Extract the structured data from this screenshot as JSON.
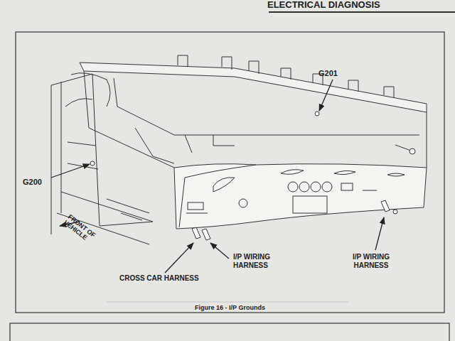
{
  "diagram": {
    "title": "ELECTRICAL DIAGNOSIS",
    "caption": "Figure 16 - I/P Grounds",
    "labels": [
      "G201",
      "G200",
      "FRONT OF VEHICLE",
      "I/P WIRING HARNESS",
      "CROSS CAR HARNESS",
      "I/P WIRING HARNESS"
    ]
  }
}
